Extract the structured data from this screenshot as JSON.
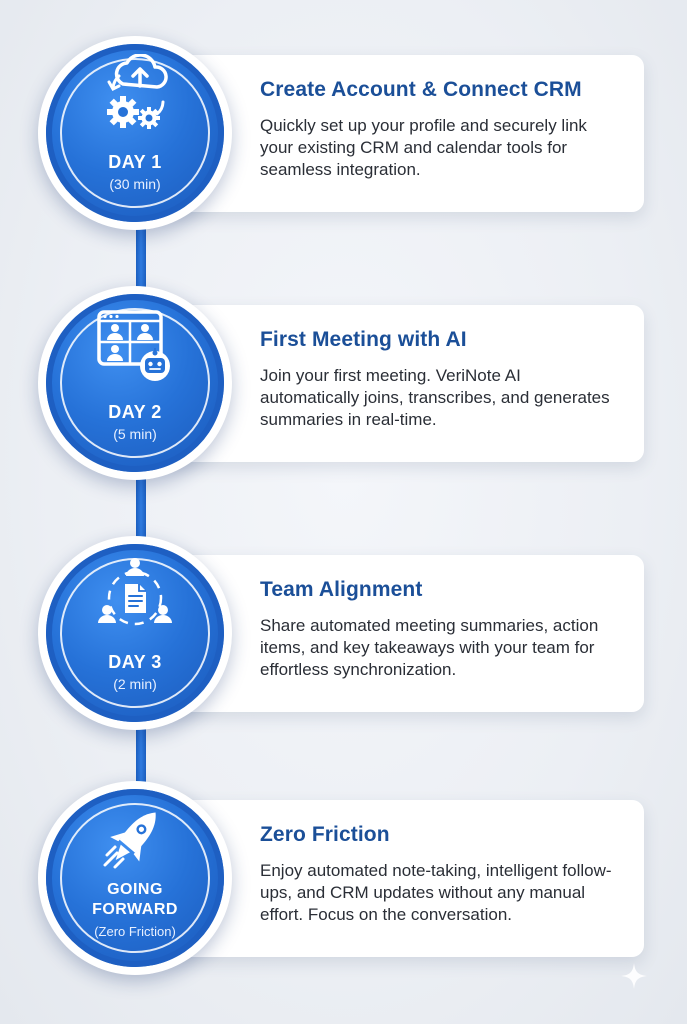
{
  "steps": [
    {
      "day_label": "DAY 1",
      "duration": "(30 min)",
      "icon": "cloud-sync-gears-icon",
      "title": "Create Account & Connect CRM",
      "description": "Quickly set up your profile and securely link your existing CRM and calendar tools for seamless integration."
    },
    {
      "day_label": "DAY 2",
      "duration": "(5 min)",
      "icon": "video-meeting-ai-bot-icon",
      "title": "First Meeting with AI",
      "description": "Join your first meeting. VeriNote AI automatically joins, transcribes, and generates summaries in real-time."
    },
    {
      "day_label": "DAY 3",
      "duration": "(2 min)",
      "icon": "team-share-document-icon",
      "title": "Team Alignment",
      "description": "Share automated meeting summaries, action items, and key takeaways with your team for effortless synchronization."
    },
    {
      "day_label_line1": "GOING",
      "day_label_line2": "FORWARD",
      "duration": "(Zero Friction)",
      "icon": "rocket-icon",
      "title": "Zero Friction",
      "description": "Enjoy automated note-taking, intelligent follow-ups, and CRM updates without any manual effort. Focus on the conversation."
    }
  ],
  "colors": {
    "primary_blue": "#2672d8",
    "title_blue": "#1b4f98",
    "text_dark": "#2a2e36",
    "card_bg": "#ffffff"
  }
}
